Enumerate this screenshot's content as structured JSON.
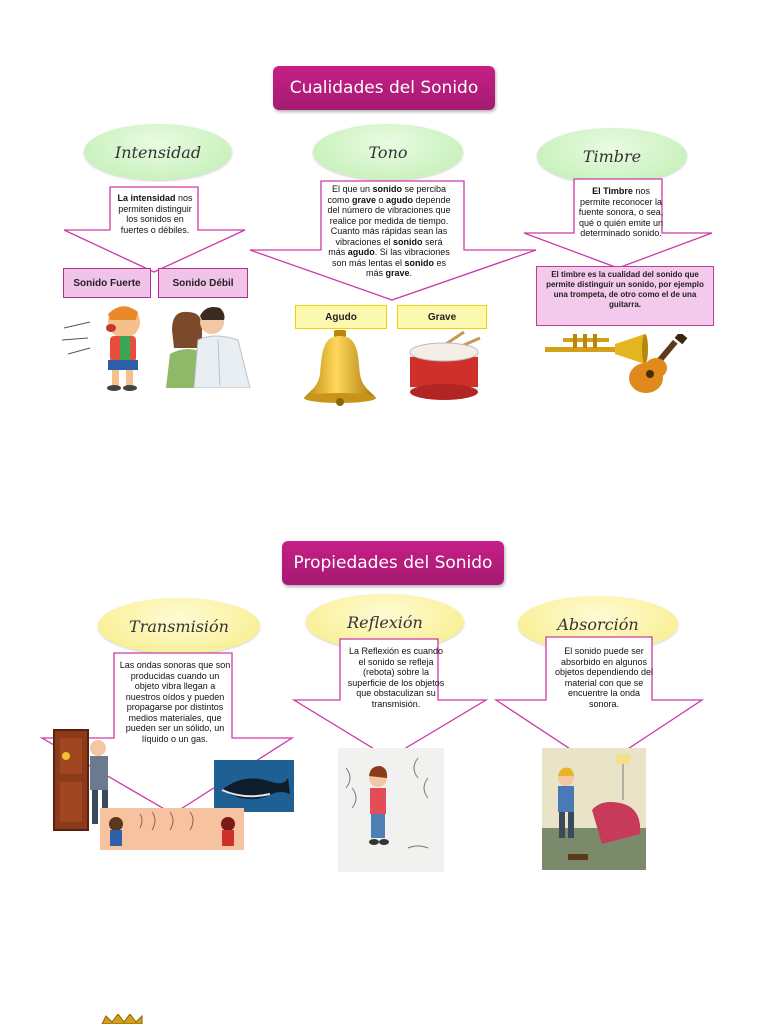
{
  "section1": {
    "title": "Cualidades del Sonido",
    "intensidad": {
      "label": "Intensidad",
      "text_pre": "La ",
      "text_bold": "intensidad",
      "text_post": " nos permiten distinguir los sonidos en fuertes o débiles.",
      "box_fuerte": "Sonido Fuerte",
      "box_debil": "Sonido Débil"
    },
    "tono": {
      "label": "Tono",
      "t1": "El que un ",
      "b1": "sonido",
      "t2": " se perciba como ",
      "b2": "grave",
      "t3": " o ",
      "b3": "agudo",
      "t4": " depende del número de vibraciones que realice por medida de tiempo. Cuanto más rápidas sean las vibraciones el ",
      "b4": "sonido",
      "t5": " será más ",
      "b5": "agudo",
      "t6": ". Si las vibraciones son más lentas el ",
      "b6": "sonido",
      "t7": " es más ",
      "b7": "grave",
      "t8": ".",
      "box_agudo": "Agudo",
      "box_grave": "Grave"
    },
    "timbre": {
      "label": "Timbre",
      "text_bold": "El Timbre",
      "text_post": " nos permite reconocer la fuente sonora, o sea, qué o quién emite un determinado sonido.",
      "box_text": "El timbre es la cualidad del sonido que permite distinguir un sonido, por ejemplo una trompeta, de otro como el de una guitarra."
    }
  },
  "section2": {
    "title": "Propiedades del Sonido",
    "transmision": {
      "label": "Transmisión",
      "text": "Las ondas sonoras que son producidas cuando un objeto vibra llegan a nuestros oídos y pueden propagarse por distintos medios materiales, que pueden ser un sólido, un líquido o un gas."
    },
    "reflexion": {
      "label": "Reflexión",
      "text": "La Reflexión es cuando el sonido se refleja (rebota) sobre la superficie de los objetos que obstaculizan su transmisión."
    },
    "absorcion": {
      "label": "Absorción",
      "text": "El sonido puede ser absorbido en algunos objetos dependiendo del material con que se encuentre la onda sonora."
    }
  },
  "colors": {
    "banner": "#b81d7d",
    "green_oval": "#c6efb8",
    "yellow_oval": "#f7ed8c",
    "arrow_stroke": "#cc3aa6",
    "pink_box": "#f1c3e8",
    "yellow_box": "#fdf8b0"
  }
}
